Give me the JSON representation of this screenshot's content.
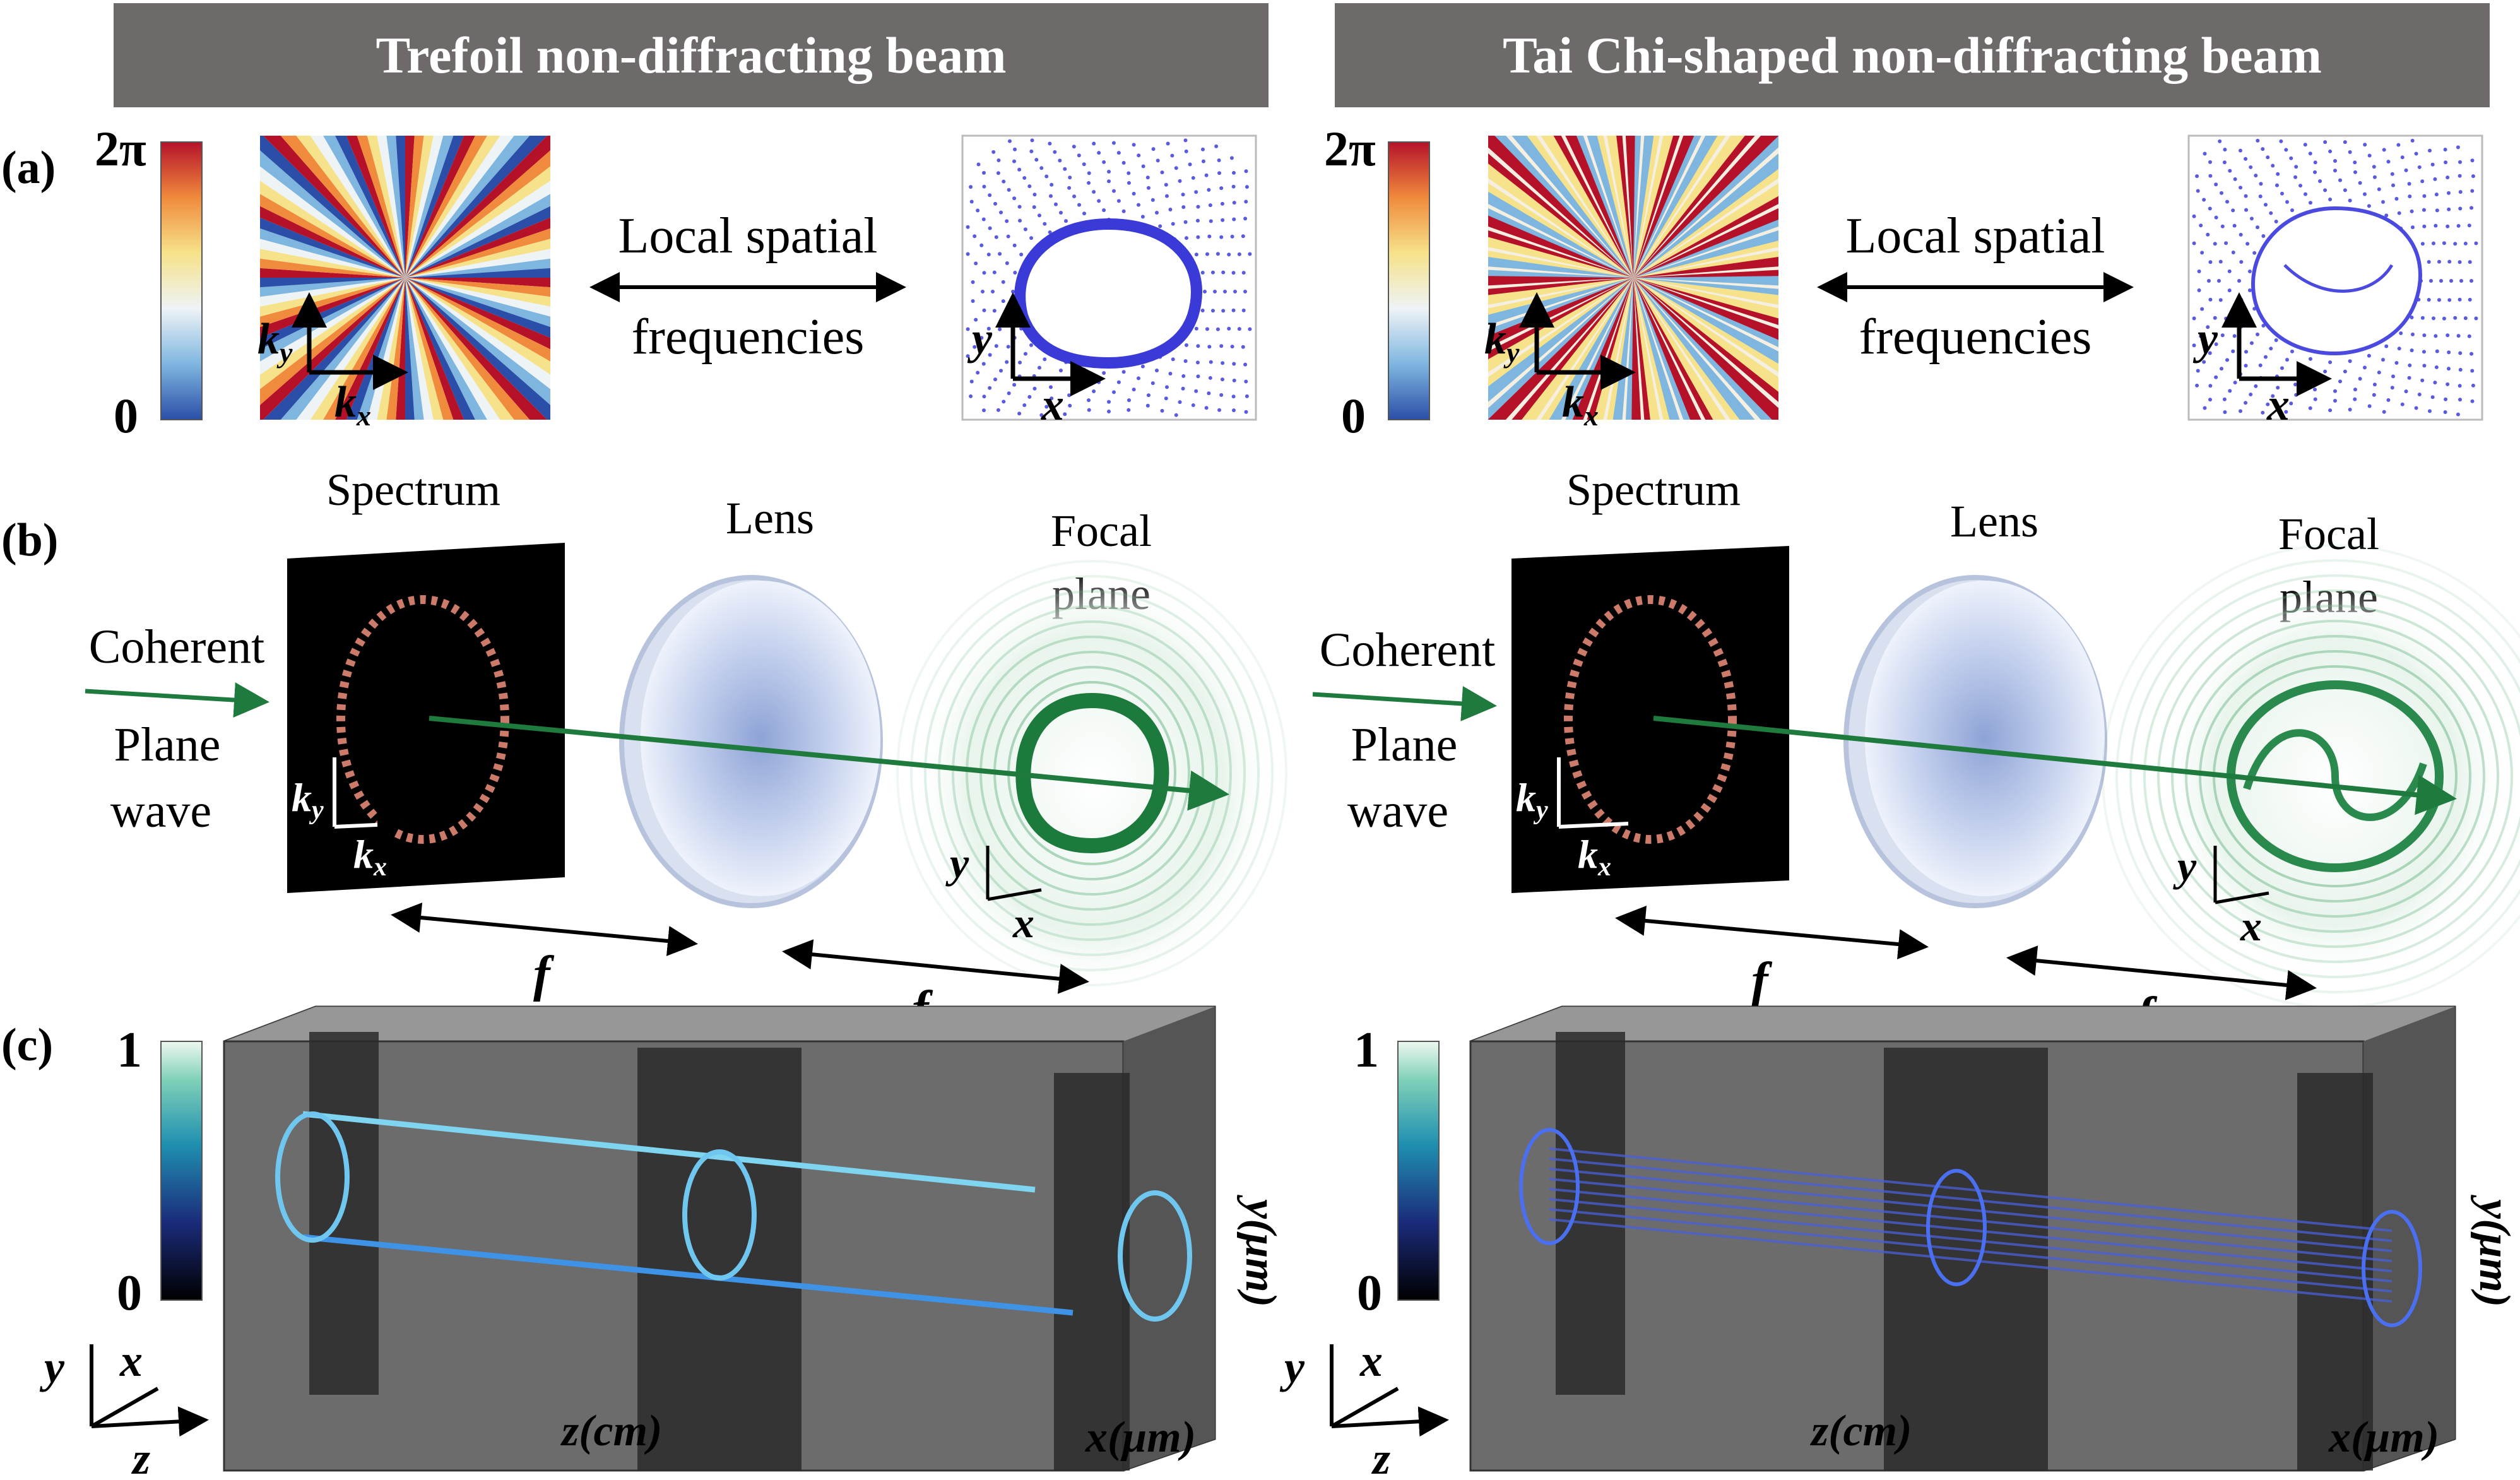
{
  "headers": {
    "left": "Trefoil non-diffracting beam",
    "right": "Tai Chi-shaped non-diffracting beam"
  },
  "row_labels": {
    "a": "(a)",
    "b": "(b)",
    "c": "(c)"
  },
  "phase_colorbar": {
    "max": "2π",
    "min": "0"
  },
  "intensity_colorbar": {
    "max": "1",
    "min": "0"
  },
  "arrow_caption": {
    "line1": "Local spatial",
    "line2": "frequencies"
  },
  "axes": {
    "kx_main": "k",
    "kx_sub": "x",
    "ky_main": "k",
    "ky_sub": "y",
    "x": "x",
    "y": "y",
    "z": "z",
    "f": "f",
    "z_cm": "z(cm)",
    "x_um": "x(μm)",
    "y_um": "y(μm)"
  },
  "setup_labels": {
    "spectrum": "Spectrum",
    "lens": "Lens",
    "focal_line1": "Focal",
    "focal_line2": "plane",
    "coherent": "Coherent",
    "plane": "Plane",
    "wave": "wave"
  },
  "colors": {
    "header_bg": "#6e6a6a",
    "arrow_green": "#1f7a3e",
    "point_blue": "#3a3ad8",
    "tube_blue": "#4aa6e6",
    "box_gray": "#5a5a5a"
  }
}
